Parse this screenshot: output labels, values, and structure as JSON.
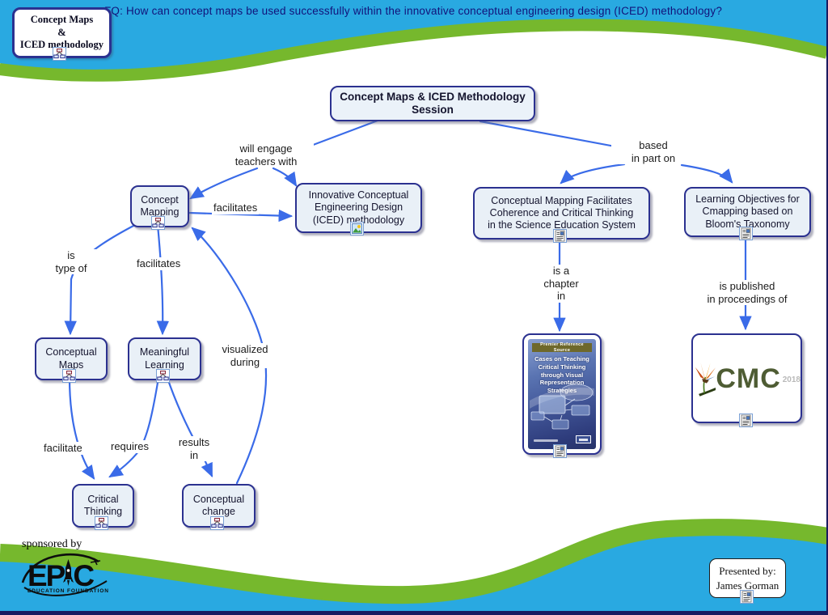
{
  "fq": "FQ: How can concept maps be used successfully within the innovative conceptual engineering design (ICED) methodology?",
  "corner_box": {
    "title": "Concept Maps\n&\nICED methodology"
  },
  "nodes": {
    "session": "Concept Maps & ICED Methodology\nSession",
    "concept_mapping": "Concept\nMapping",
    "iced": "Innovative Conceptual\nEngineering Design\n(ICED) methodology",
    "coherence": "Conceptual Mapping Facilitates\nCoherence and Critical Thinking\nin the Science Education System",
    "objectives": "Learning Objectives for\nCmapping based on\nBloom's Taxonomy",
    "conceptual_maps": "Conceptual\nMaps",
    "meaningful_learning": "Meaningful\nLearning",
    "critical_thinking": "Critical\nThinking",
    "conceptual_change": "Conceptual\nchange"
  },
  "links": {
    "engage": "will engage\nteachers with",
    "based": "based\nin part on",
    "facilitates_iced": "facilitates",
    "is_type_of": "is\ntype of",
    "facilitates_ml": "facilitates",
    "visualized": "visualized\nduring",
    "facilitate": "facilitate",
    "requires": "requires",
    "results_in": "results\nin",
    "chapter": "is a\nchapter\nin",
    "published": "is published\nin proceedings of"
  },
  "book": {
    "banner": "Premier Reference Source",
    "title": "Cases on Teaching Critical Thinking through Visual Representation Strategies"
  },
  "cmc": {
    "name": "CMC",
    "year": "2018"
  },
  "footer": {
    "sponsored_by": "sponsored by",
    "epic_left": "EP",
    "epic_right": "C",
    "epic_subtitle": "EDUCATION FOUNDATION",
    "presented_by": "Presented by:\nJames Gorman"
  },
  "colors": {
    "sky_blue": "#29A9E1",
    "leaf_green": "#76B82D",
    "node_fill": "#E9F0F7",
    "node_border": "#2B3190",
    "arrow_blue": "#3A6BE8"
  }
}
